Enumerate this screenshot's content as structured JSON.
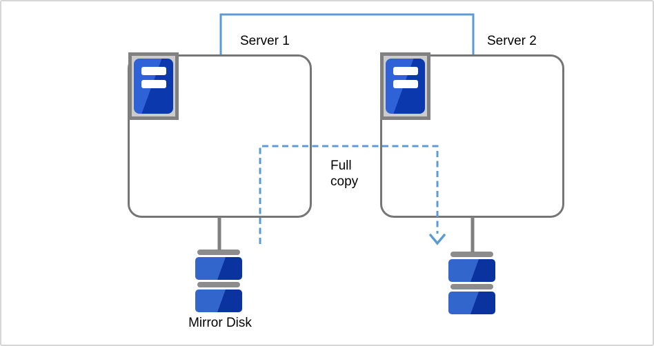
{
  "diagram": {
    "server1": {
      "label": "Server 1",
      "icon": "server-icon"
    },
    "server2": {
      "label": "Server 2",
      "icon": "server-icon"
    },
    "mirror_disk": {
      "label": "Mirror Disk",
      "icon": "disk-stack-icon"
    },
    "target_disk": {
      "icon": "disk-stack-icon"
    },
    "full_copy_arrow": {
      "label": "Full\ncopy"
    },
    "colors": {
      "connector_blue": "#5b9bd5",
      "shape_border_gray": "#757575",
      "stem_gray": "#808080",
      "disk_cap_gray": "#8c8c8c",
      "disk_blue_light": "#3366cc",
      "disk_blue_dark": "#0a33a0",
      "icon_blue_light": "#2e62d6",
      "icon_blue_dark": "#0b39ad",
      "icon_frame_fill": "#cccccc",
      "canvas_border": "#d6d6d6",
      "text_black": "#000000"
    }
  }
}
